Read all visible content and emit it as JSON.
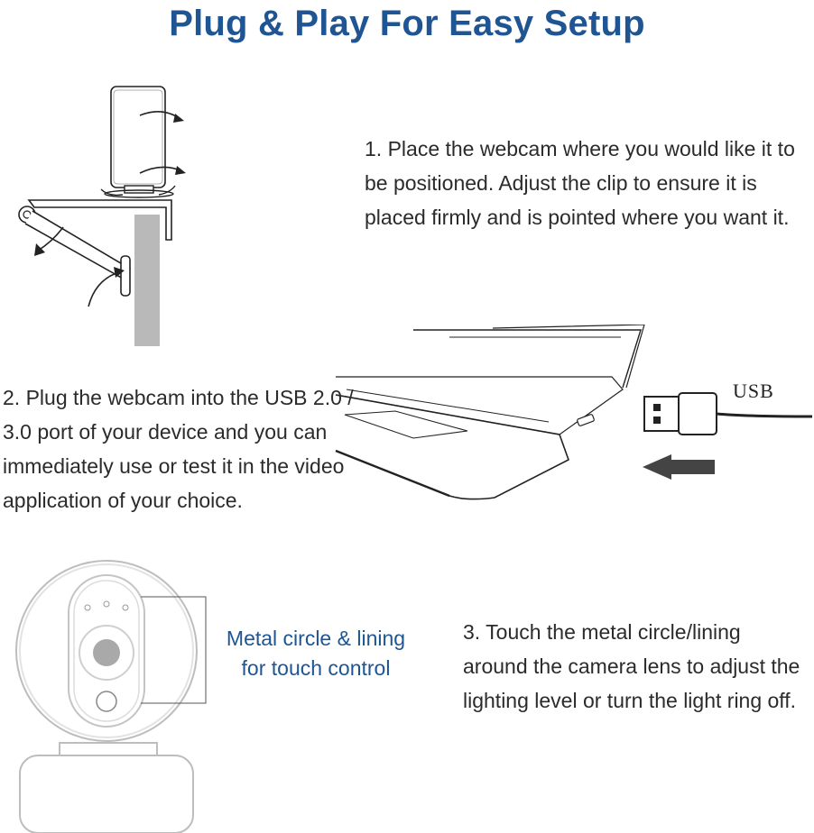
{
  "title": "Plug & Play For Easy Setup",
  "steps": [
    {
      "text": "1. Place the webcam where you would like it to be positioned. Adjust the clip to ensure it is placed firmly and is pointed where you want it."
    },
    {
      "text": "2. Plug the webcam into the USB 2.0 / 3.0 port of your device and you can immediately use or test it in the video application of your choice."
    },
    {
      "text": "3. Touch the metal circle/lining around the camera lens to adjust the lighting level or turn the light ring off."
    }
  ],
  "callout": {
    "line1": "Metal circle & lining",
    "line2": "for touch control"
  },
  "usb_label": "USB",
  "colors": {
    "accent": "#1f5592",
    "line": "#222222",
    "grey": "#b9b9b9"
  },
  "icons": [
    "rotate-arrow-icon",
    "insert-arrow-icon",
    "touch-icon"
  ]
}
